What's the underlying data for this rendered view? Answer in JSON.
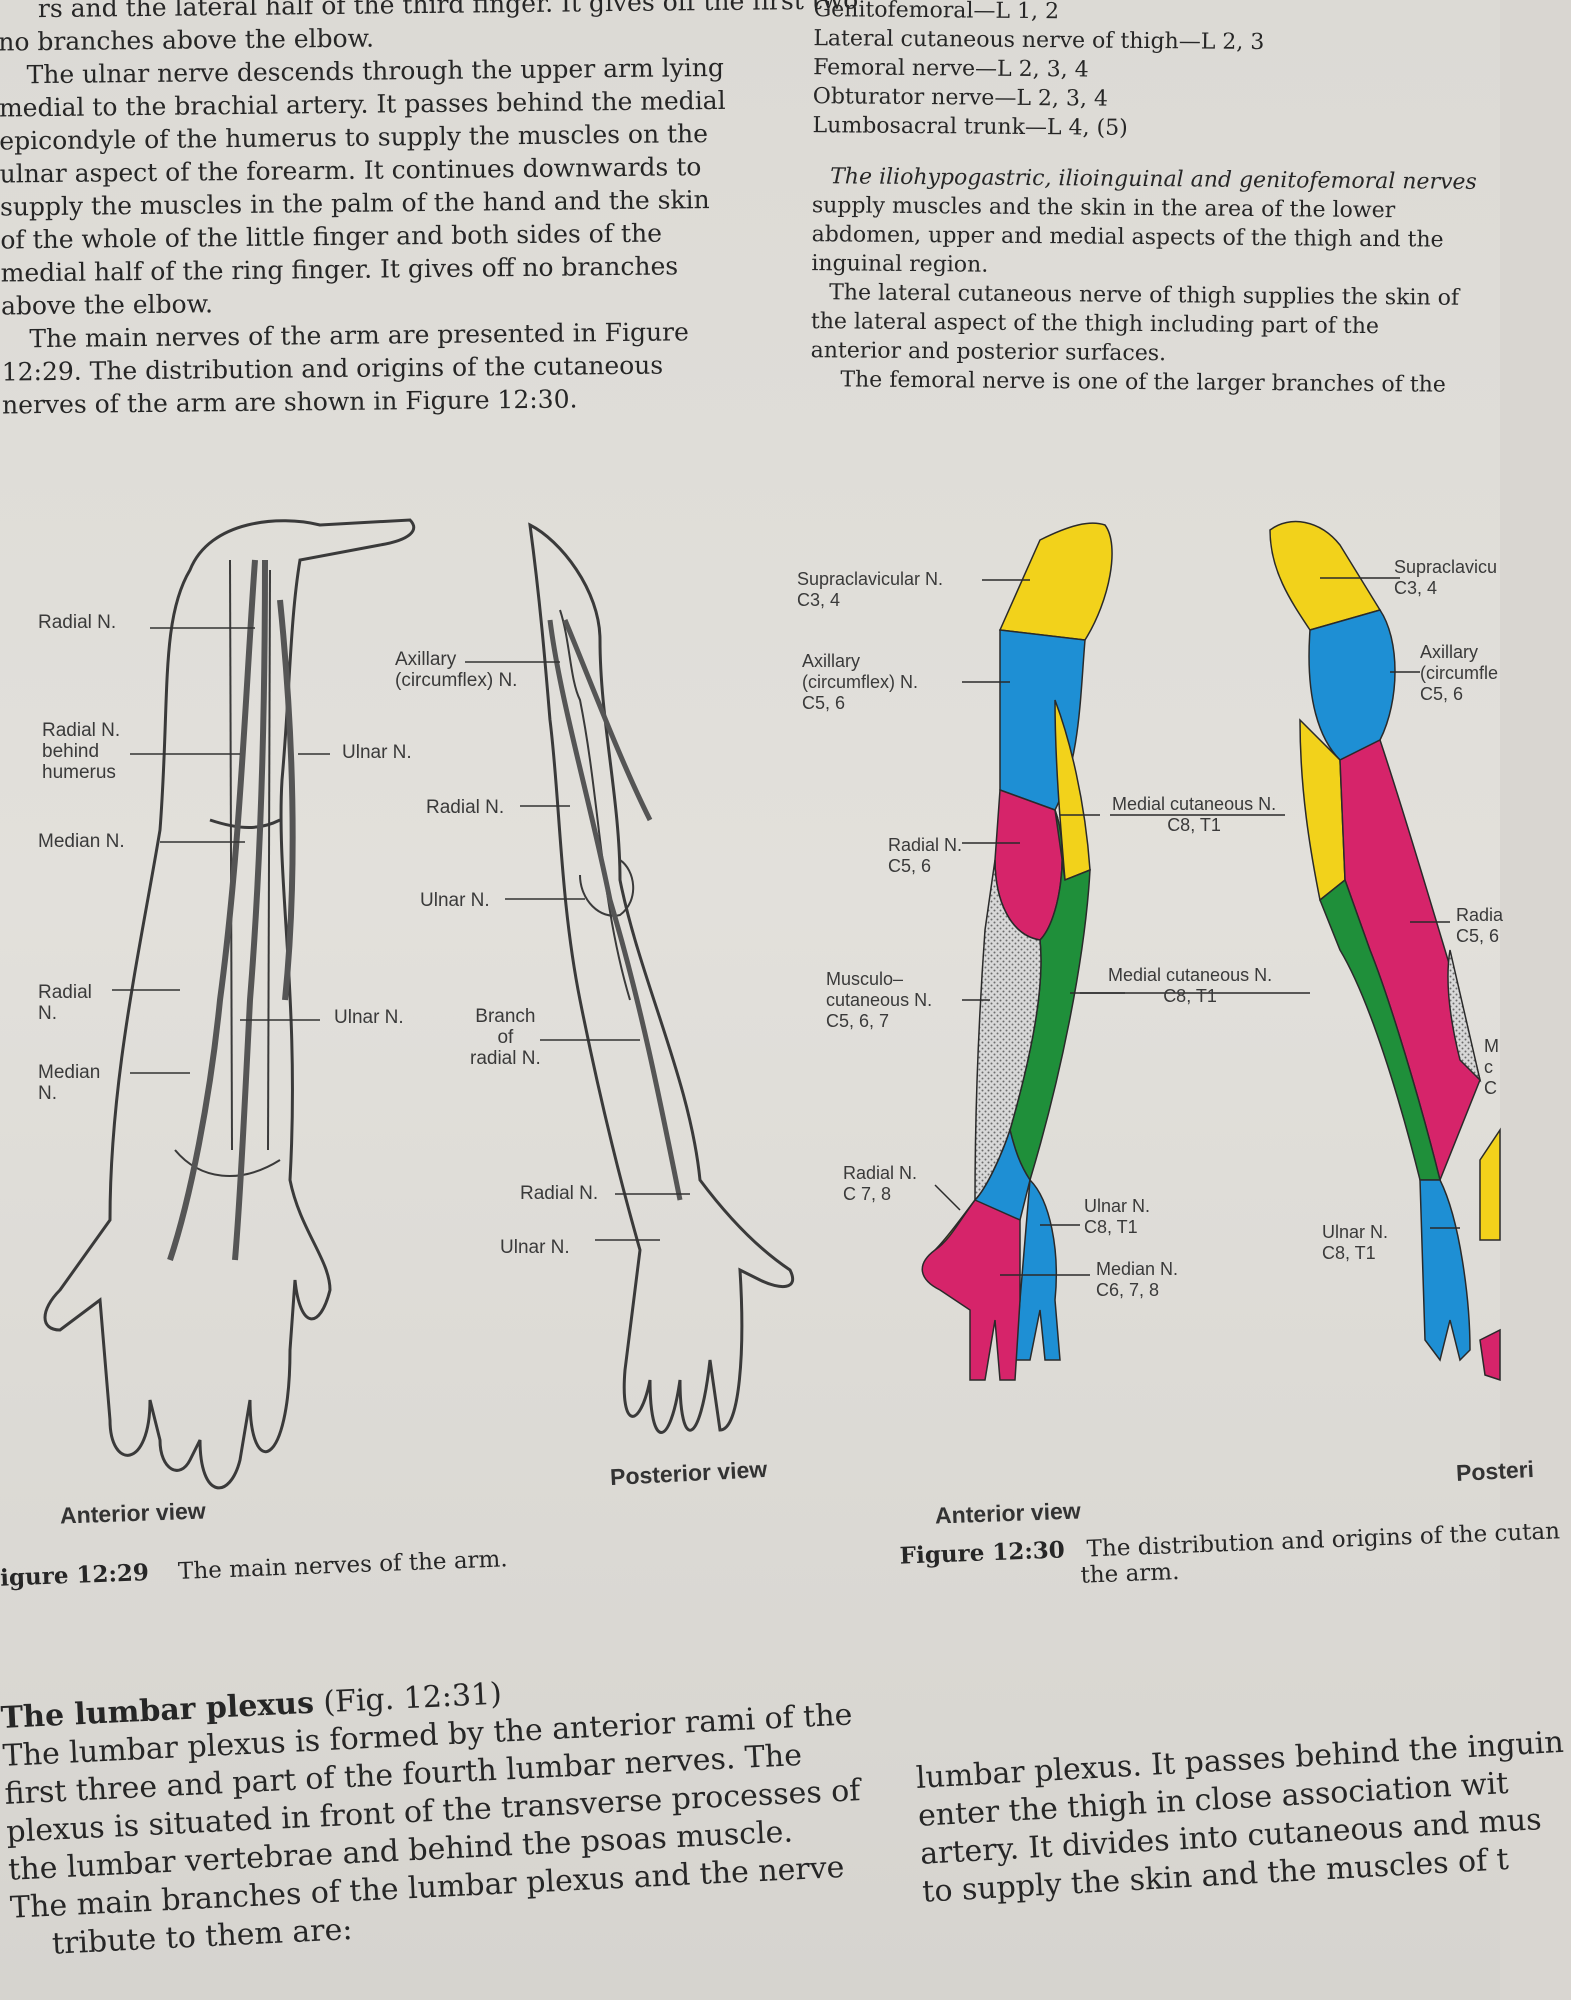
{
  "left_column_top": [
    "rs and the lateral half of the third finger. It gives off the first two",
    "no branches above the elbow.",
    "The ulnar nerve descends through the upper arm lying",
    "medial to the brachial artery. It passes behind the medial",
    "epicondyle of the humerus to supply the muscles on the",
    "ulnar aspect of the forearm. It continues downwards to",
    "supply the muscles in the palm of the hand and the skin",
    "of the whole of the little finger and both sides of the",
    "medial half of the ring finger. It gives off no branches",
    "above the elbow.",
    "The main nerves of the arm are presented in Figure",
    "12:29. The distribution and origins of the cutaneous",
    "nerves of the arm are shown in Figure 12:30."
  ],
  "right_column_top": [
    "Genitofemoral—L 1, 2",
    "Lateral cutaneous nerve of thigh—L 2, 3",
    "Femoral nerve—L 2, 3, 4",
    "Obturator nerve—L 2, 3, 4",
    "Lumbosacral trunk—L 4, (5)",
    "The iliohypogastric, ilioinguinal and genitofemoral nerves",
    "supply muscles and the skin in the area of the lower",
    "abdomen, upper and medial aspects of the thigh and the",
    "inguinal region.",
    "The lateral cutaneous nerve of thigh supplies the skin of",
    "the lateral aspect of the thigh including part of the",
    "anterior and posterior surfaces.",
    "The femoral nerve is one of the larger branches of the"
  ],
  "fig29_labels": {
    "radial_n": "Radial N.",
    "radial_behind": "Radial N.\nbehind\nhumerus",
    "ulnar_n_upper": "Ulnar N.",
    "median_n": "Median N.",
    "radial_n_forearm": "Radial\nN.",
    "ulnar_n_forearm": "Ulnar N.",
    "median_n_forearm": "Median\nN.",
    "axillary": "Axillary\n(circumflex) N.",
    "post_radial": "Radial N.",
    "post_ulnar": "Ulnar N.",
    "branch_radial": "Branch\nof\nradial N.",
    "post_radial_wrist": "Radial N.",
    "post_ulnar_wrist": "Ulnar N.",
    "anterior_view": "Anterior view",
    "posterior_view": "Posterior view"
  },
  "fig30_labels": {
    "supraclavicular": "Supraclavicular N.\nC3, 4",
    "axillary": "Axillary\n(circumflex) N.\nC5, 6",
    "medial_cut_upper": "Medial cutaneous N.\nC8, T1",
    "radial_c56": "Radial N.\nC5, 6",
    "musculo": "Musculo–\ncutaneous N.\nC5, 6, 7",
    "medial_cut_lower": "Medial cutaneous N.\nC8, T1",
    "radial_c78": "Radial N.\nC 7, 8",
    "ulnar_c8": "Ulnar N.\nC8, T1",
    "median_c6": "Median N.\nC6, 7, 8",
    "post_supraclav": "Supraclavicu\nC3, 4",
    "post_axillary": "Axillary\n(circumfle\nC5, 6",
    "post_radial": "Radia\nC5, 6",
    "post_m": "M\nc\nC",
    "post_ulnar": "Ulnar N.\nC8, T1",
    "anterior_view": "Anterior view",
    "posterior_view": "Posteri"
  },
  "captions": {
    "fig29_num": "igure 12:29",
    "fig29_text": "The main nerves of the arm.",
    "fig30_num": "Figure 12:30",
    "fig30_text": "The distribution and origins of the cutan",
    "fig30_text2": "the arm."
  },
  "lumbar": {
    "heading": "The lumbar plexus",
    "heading_ref": "(Fig. 12:31)",
    "left_lines": [
      "The lumbar plexus is formed by the anterior rami of the",
      "first three and part of the fourth lumbar nerves. The",
      "plexus is situated in front of the transverse processes of",
      "the lumbar vertebrae and behind the psoas muscle.",
      "The main branches of the lumbar plexus and the nerve",
      "tribute to them are:"
    ],
    "right_lines": [
      "lumbar plexus. It passes behind the inguin",
      "enter the thigh in close association wit",
      "artery. It divides into cutaneous and mus",
      "to supply the skin and the muscles of t"
    ]
  },
  "colors": {
    "yellow": "#f2d21b",
    "blue": "#1e8fd4",
    "magenta": "#d6246a",
    "green": "#1f8f3a",
    "stipple": "#c9c9c9"
  }
}
